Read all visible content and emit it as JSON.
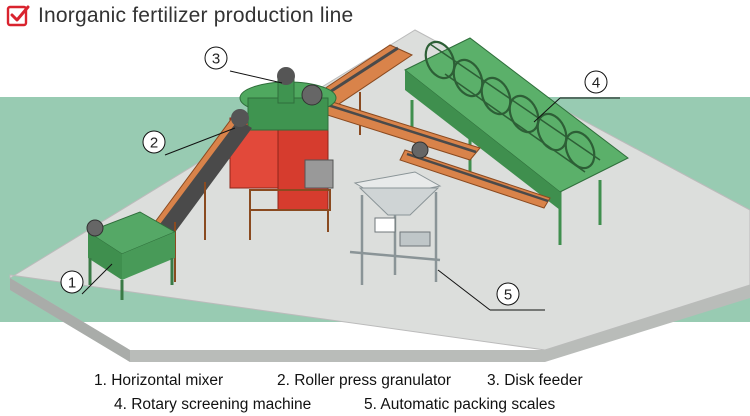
{
  "title": "Inorganic fertilizer production line",
  "colors": {
    "check": "#d9232e",
    "band": "#98cbb2",
    "floor_top": "#dcdedc",
    "floor_side": "#b9bcb9",
    "machine_green": "#4fa85f",
    "machine_red": "#e2493a",
    "conveyor_orange": "#d9834a",
    "belt_dark": "#4a4a4a",
    "steel": "#9aa3a6"
  },
  "callouts": [
    {
      "number": "1",
      "label": "Horizontal mixer"
    },
    {
      "number": "2",
      "label": "Roller press granulator"
    },
    {
      "number": "3",
      "label": "Disk feeder"
    },
    {
      "number": "4",
      "label": "Rotary screening machine"
    },
    {
      "number": "5",
      "label": "Automatic packing scales"
    }
  ],
  "legend": {
    "row1": [
      "1. Horizontal mixer",
      "2. Roller press granulator",
      "3. Disk feeder"
    ],
    "row2": [
      "4. Rotary screening machine",
      "5. Automatic packing scales"
    ]
  }
}
